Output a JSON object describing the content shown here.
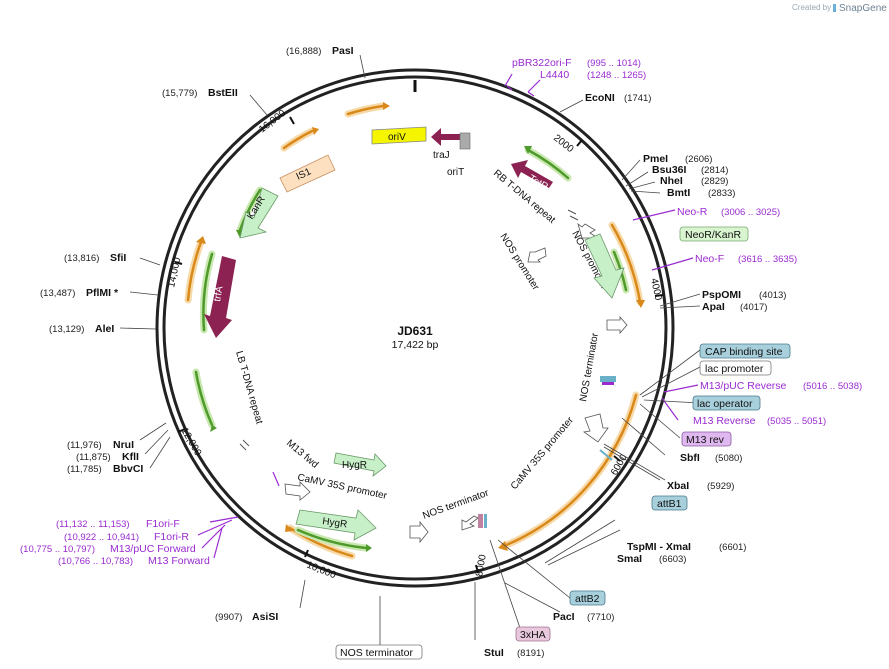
{
  "credit": {
    "prefix": "Created by",
    "brand": "SnapGene"
  },
  "plasmid": {
    "name": "JD631",
    "size": "17,422 bp"
  },
  "ticks": [
    "16,000",
    "2000",
    "4000",
    "6000",
    "8000",
    "10,000",
    "12,000",
    "14,000"
  ],
  "sites": {
    "pasi": {
      "pos": "(16,888)",
      "name": "PasI"
    },
    "bsteii": {
      "pos": "(15,779)",
      "name": "BstEII"
    },
    "econi": {
      "name": "EcoNI",
      "pos": "(1741)"
    },
    "pmei": {
      "name": "PmeI",
      "pos": "(2606)"
    },
    "bsu36i": {
      "name": "Bsu36I",
      "pos": "(2814)"
    },
    "nhei": {
      "name": "NheI",
      "pos": "(2829)"
    },
    "bmti": {
      "name": "BmtI",
      "pos": "(2833)"
    },
    "pspomi": {
      "name": "PspOMI",
      "pos": "(4013)"
    },
    "apai": {
      "name": "ApaI",
      "pos": "(4017)"
    },
    "sbfi": {
      "name": "SbfI",
      "pos": "(5080)"
    },
    "xbai": {
      "name": "XbaI",
      "pos": "(5929)"
    },
    "tspmi": {
      "name": "TspMI - XmaI",
      "pos": "(6601)"
    },
    "smai": {
      "name": "SmaI",
      "pos": "(6603)"
    },
    "paci": {
      "name": "PacI",
      "pos": "(7710)"
    },
    "stui": {
      "name": "StuI",
      "pos": "(8191)"
    },
    "asisi": {
      "pos": "(9907)",
      "name": "AsiSI"
    },
    "nrui": {
      "pos": "(11,976)",
      "name": "NruI"
    },
    "kfli": {
      "pos": "(11,875)",
      "name": "KflI"
    },
    "bbvci": {
      "pos": "(11,785)",
      "name": "BbvCI"
    },
    "alei": {
      "pos": "(13,129)",
      "name": "AleI"
    },
    "pflmi": {
      "pos": "(13,487)",
      "name": "PflMI *"
    },
    "sfii": {
      "pos": "(13,816)",
      "name": "SfiI"
    }
  },
  "primers": {
    "pbr322": {
      "name": "pBR322ori-F",
      "pos": "(995 .. 1014)"
    },
    "l4440": {
      "name": "L4440",
      "pos": "(1248 .. 1265)"
    },
    "neor": {
      "name": "Neo-R",
      "pos": "(3006 .. 3025)"
    },
    "neof": {
      "name": "Neo-F",
      "pos": "(3616 .. 3635)"
    },
    "m13puc": {
      "name": "M13/pUC Reverse",
      "pos": "(5016 .. 5038)"
    },
    "m13rev": {
      "name": "M13 Reverse",
      "pos": "(5035 .. 5051)"
    },
    "f1orif": {
      "pos": "(11,132 .. 11,153)",
      "name": "F1ori-F"
    },
    "f1orir": {
      "pos": "(10,922 .. 10,941)",
      "name": "F1ori-R"
    },
    "m13pucf": {
      "pos": "(10,775 .. 10,797)",
      "name": "M13/pUC Forward"
    },
    "m13f": {
      "pos": "(10,766 .. 10,783)",
      "name": "M13 Forward"
    }
  },
  "boxes": {
    "neokan": "NeoR/KanR",
    "cap": "CAP binding site",
    "lacprom": "lac promoter",
    "lacop": "lac operator",
    "m13rev": "M13 rev",
    "attb1": "attB1",
    "attb2": "attB2",
    "ha": "3xHA",
    "nos": "NOS terminator"
  },
  "features": {
    "oriv": "oriV",
    "traj": "traJ",
    "orit": "oriT",
    "tetr": "TetR",
    "is1": "IS1",
    "kanr": "KanR",
    "trfa": "trfA",
    "hygr1": "HygR",
    "hygr2": "HygR",
    "rb": "RB T-DNA repeat",
    "nosprom1": "NOS promoter",
    "nosprom2": "NOS promoter",
    "nosterm1": "NOS terminator",
    "camv1": "CaMV 35S promoter",
    "nosterm2": "NOS terminator",
    "lb": "LB T-DNA repeat",
    "m13fwd": "M13 fwd",
    "camv2": "CaMV 35S promoter"
  },
  "colors": {
    "backbone": "#222222",
    "orange": "#f0a020",
    "green": "#6cb33f",
    "purple": "#9a2bd1",
    "magenta": "#8b2252",
    "yellow": "#f5f500",
    "teal_box": "#a8d0dc",
    "lavender_box": "#e0b8f0"
  }
}
